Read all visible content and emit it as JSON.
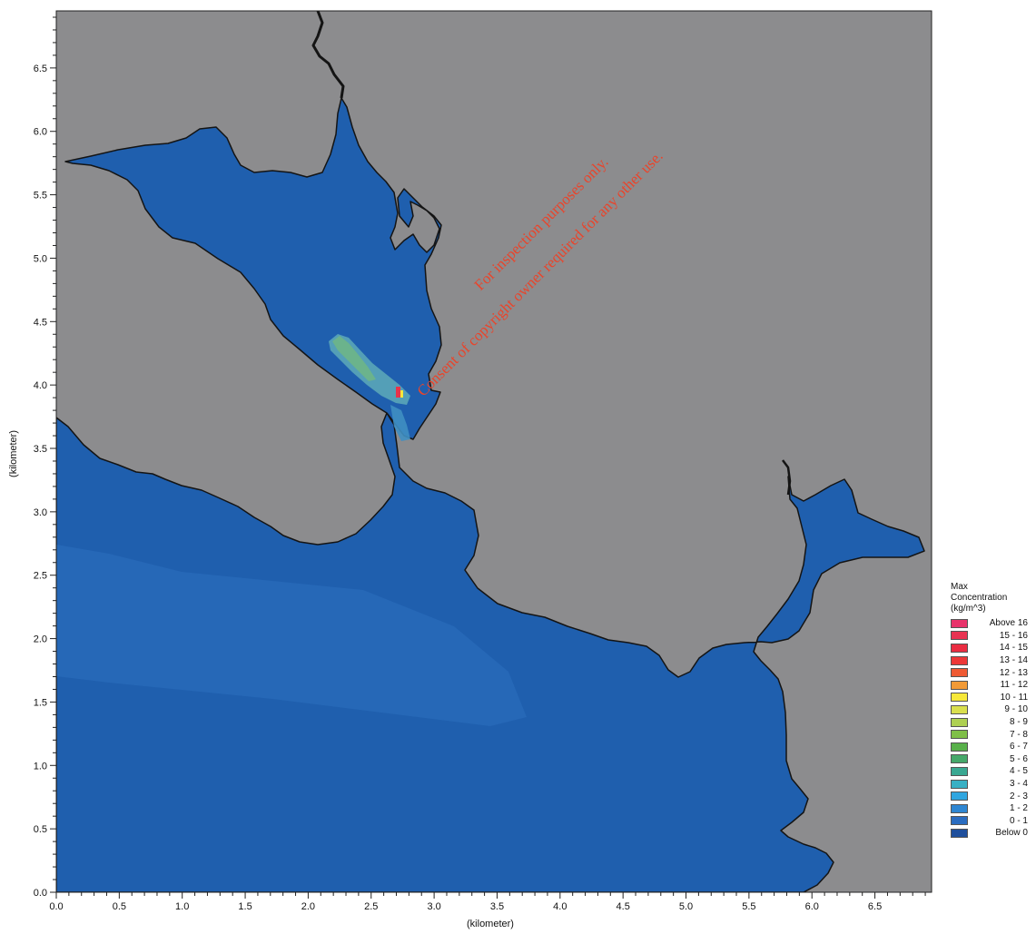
{
  "map": {
    "x_axis_title": "(kilometer)",
    "y_axis_title": "(kilometer)",
    "x_ticks": [
      "0.0",
      "0.5",
      "1.0",
      "1.5",
      "2.0",
      "2.5",
      "3.0",
      "3.5",
      "4.0",
      "4.5",
      "5.0",
      "5.5",
      "6.0",
      "6.5"
    ],
    "y_ticks": [
      "0.0",
      "0.5",
      "1.0",
      "1.5",
      "2.0",
      "2.5",
      "3.0",
      "3.5",
      "4.0",
      "4.5",
      "5.0",
      "5.5",
      "6.0",
      "6.5"
    ],
    "x_range_km": [
      0,
      6.95
    ],
    "y_range_km": [
      0,
      6.95
    ],
    "watermark_line1": "For inspection purposes only.",
    "watermark_line2": "Consent of copyright owner required for any other use.",
    "colors": {
      "land": "#8c8c8e",
      "water": "#1f5fae",
      "water_light": "#2b70bf",
      "coastline": "#141414",
      "plume_outer": "#5aa6b8",
      "plume_core": "#6bb38c",
      "hotspot": "#e8334a"
    }
  },
  "legend": {
    "title_lines": [
      "Max",
      "Concentration",
      "(kg/m^3)"
    ],
    "items": [
      {
        "label": "Above 16",
        "color": "#e8336b"
      },
      {
        "label": "15 - 16",
        "color": "#e83352"
      },
      {
        "label": "14 - 15",
        "color": "#ea2d42"
      },
      {
        "label": "13 - 14",
        "color": "#ec3838"
      },
      {
        "label": "12 - 13",
        "color": "#ef5a33"
      },
      {
        "label": "11 - 12",
        "color": "#f29a36"
      },
      {
        "label": "10 - 11",
        "color": "#f7e83a"
      },
      {
        "label": "9 - 10",
        "color": "#d9df4e"
      },
      {
        "label": "8 - 9",
        "color": "#aed052"
      },
      {
        "label": "7 - 8",
        "color": "#7fbf48"
      },
      {
        "label": "6 - 7",
        "color": "#58b04a"
      },
      {
        "label": "5 - 6",
        "color": "#46a86a"
      },
      {
        "label": "4 - 5",
        "color": "#3aa892"
      },
      {
        "label": "3 - 4",
        "color": "#38b0c4"
      },
      {
        "label": "2 - 3",
        "color": "#30a6e0"
      },
      {
        "label": "1 - 2",
        "color": "#2e86d2"
      },
      {
        "label": "0 - 1",
        "color": "#2a6cc0"
      },
      {
        "label": "Below 0",
        "color": "#1f4f9c"
      }
    ]
  }
}
